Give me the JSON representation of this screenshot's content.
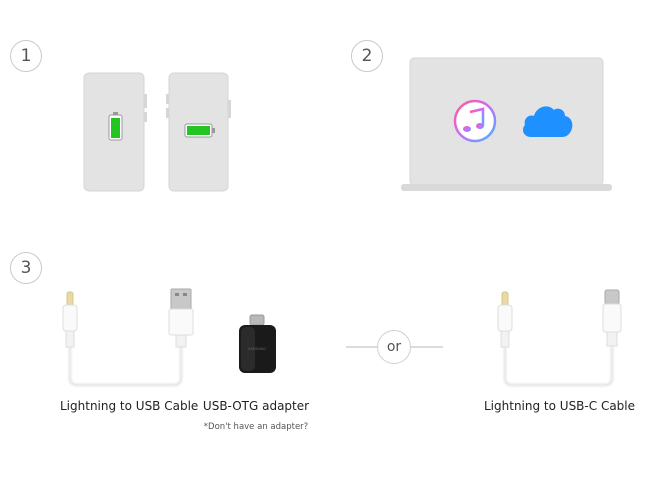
{
  "steps": {
    "one": "1",
    "two": "2",
    "three": "3"
  },
  "step1": {
    "icons": [
      "phone-charging-icon",
      "phone-battery-full-icon"
    ],
    "battery_color": "#22c522"
  },
  "step2": {
    "icons": [
      "itunes-icon",
      "icloud-icon"
    ],
    "cloud_color": "#1e90ff"
  },
  "step3": {
    "lightning_usb_label": "Lightning to USB Cable",
    "otg_label": "USB-OTG adapter",
    "otg_note": "*Don't have an adapter?",
    "or_label": "or",
    "lightning_usbc_label": "Lightning to USB-C Cable"
  },
  "colors": {
    "device_gray": "#e3e3e3",
    "cable_white": "#f7f7f7"
  }
}
